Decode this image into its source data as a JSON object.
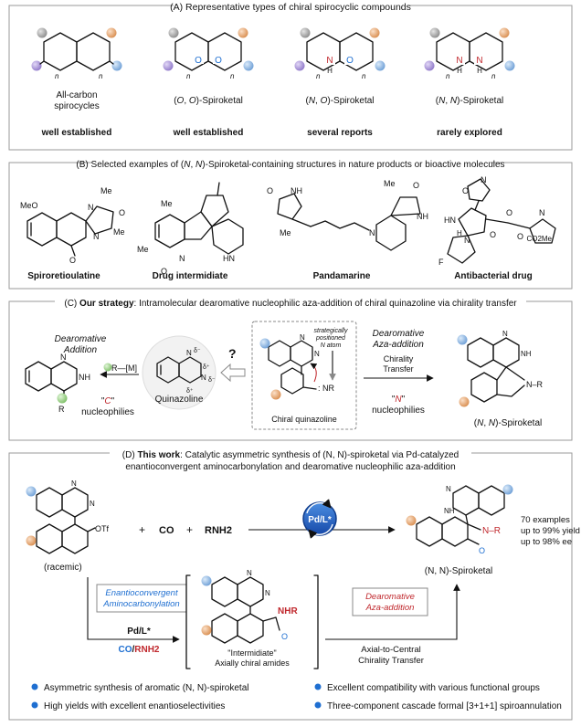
{
  "panel_a": {
    "header": "(A) Representative types of chiral spirocyclic compounds",
    "items": [
      {
        "label": "All-carbon",
        "label2": "spirocycles",
        "status": "well established"
      },
      {
        "label_pre": "(",
        "label_it1": "O",
        "label_mid": ", ",
        "label_it2": "O",
        "label_post": ")-Spiroketal",
        "status": "well established"
      },
      {
        "label_pre": "(",
        "label_it1": "N",
        "label_mid": ", ",
        "label_it2": "O",
        "label_post": ")-Spiroketal",
        "status": "several reports"
      },
      {
        "label_pre": "(",
        "label_it1": "N",
        "label_mid": ", ",
        "label_it2": "N",
        "label_post": ")-Spiroketal",
        "status": "rarely explored"
      }
    ],
    "atoms": {
      "n": "n",
      "o": "O",
      "n_atom": "N",
      "h": "H"
    }
  },
  "panel_b": {
    "header_pre": "(B) Selected examples of (",
    "header_it1": "N",
    "header_mid": ", ",
    "header_it2": "N",
    "header_post": ")-Spiroketal-containing structures in nature products or bioactive molecules",
    "compounds": [
      "Spiroretioulatine",
      "Drug intermidiate",
      "Pandamarine",
      "Antibacterial drug"
    ],
    "atoms": {
      "meo": "MeO",
      "me": "Me",
      "n": "N",
      "o": "O",
      "nh": "NH",
      "hn": "HN",
      "h": "H",
      "f": "F",
      "co2me": "CO2Me"
    }
  },
  "panel_c": {
    "header_pre": "(C) ",
    "header_bold": "Our strategy",
    "header_post": ": Intramolecular dearomative nucleophilic aza-addition of chiral quinazoline via chirality transfer",
    "dearomative_addition_1": "Dearomative",
    "dearomative_addition_2": "Addition",
    "reagent": "R—[M]",
    "c_nucleophiles_q1": "\"",
    "c_nucleophiles_c": "C",
    "c_nucleophiles_q2": "\"",
    "c_nucleophiles_2": "nucleophilies",
    "quinazoline_label": "Quinazoline",
    "question": "?",
    "strategic_note_1": "strategically",
    "strategic_note_2": "positioned",
    "strategic_note_3": "N atom",
    "nr": ": NR",
    "chiral_quinazoline": "Chiral quinazoline",
    "dearomative_aza_1": "Dearomative",
    "dearomative_aza_2": "Aza-addition",
    "chirality_transfer_1": "Chirality",
    "chirality_transfer_2": "Transfer",
    "n_nucleophiles_n": "N",
    "n_nucleophiles_2": "nucleophilies",
    "product_label_pre": "(",
    "product_label_it1": "N",
    "product_label_mid": ", ",
    "product_label_it2": "N",
    "product_label_post": ")-Spiroketal",
    "delta_plus": "δ⁺",
    "delta_minus": "δ⁻",
    "atoms": {
      "n": "N",
      "nh": "NH",
      "h": "H",
      "r": "R",
      "n_r": "N–R"
    }
  },
  "panel_d": {
    "header_pre": "(D) ",
    "header_bold": "This work",
    "header_line1": ": Catalytic asymmetric synthesis of (N, N)-spiroketal via Pd-catalyzed",
    "header_line2": "enantioconvergent aminocarbonylation and dearomative nucleophilic aza-addition",
    "racemic": "(racemic)",
    "otf": "OTf",
    "plus": "+",
    "co": "CO",
    "rnh2": "RNH2",
    "catalyst": "Pd/L*",
    "enantioconvergent_1": "Enantioconvergent",
    "enantioconvergent_2": "Aminocarbonylation",
    "pd_l": "Pd/L*",
    "co_rnh2_co": "CO",
    "co_rnh2_slash": "/",
    "co_rnh2_rnh2": "RNH2",
    "intermediate_1": "\"Intermidiate\"",
    "intermediate_2": "Axially chiral amides",
    "nhr": "NHR",
    "dearomative_aza_1": "Dearomative",
    "dearomative_aza_2": "Aza-addition",
    "transfer_1": "Axial-to-Central",
    "transfer_2": "Chirality Transfer",
    "product_label": "(N, N)-Spiroketal",
    "stats": [
      "70 examples",
      "up to 99% yield",
      "up to 98% ee"
    ],
    "n_r": "N–R",
    "o": "O",
    "bullets": [
      "Asymmetric synthesis of aromatic (N, N)-spiroketal",
      "Excellent compatibility with various functional groups",
      "High yields with excellent enantioselectivities",
      "Three-component cascade formal [3+1+1] spiroannulation"
    ]
  },
  "colors": {
    "grey": "#9e9e9e",
    "orange": "#e8a873",
    "purple": "#a892d8",
    "blue_ball": "#8fb9e6",
    "green": "#9fd68d",
    "red": "#c0282d",
    "blue": "#1f6fd1"
  }
}
